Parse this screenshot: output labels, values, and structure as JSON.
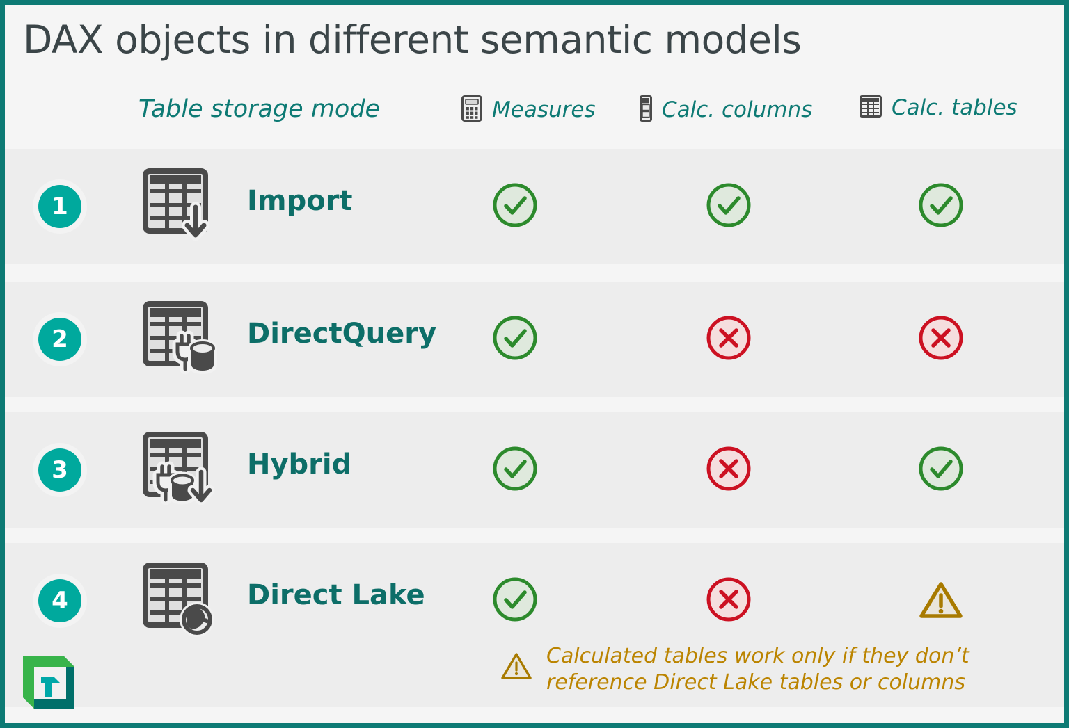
{
  "page": {
    "title": "DAX objects in different semantic models",
    "border_color": "#0d7a74",
    "background": "#f5f5f5",
    "row_band_color": "#ededed",
    "accent_teal": "#0d7a74",
    "badge_color": "#00a99d",
    "ok_color": "#2c8a2c",
    "no_color": "#cc1122",
    "warn_color": "#a87a00"
  },
  "header": {
    "storage_mode_label": "Table storage mode",
    "columns": [
      {
        "label": "Measures",
        "icon": "calculator-icon"
      },
      {
        "label": "Calc. columns",
        "icon": "column-icon"
      },
      {
        "label": "Calc. tables",
        "icon": "table-grid-icon"
      }
    ]
  },
  "rows": [
    {
      "number": "1",
      "name": "Import",
      "icon": "table-download-icon",
      "statuses": [
        "yes",
        "yes",
        "yes"
      ]
    },
    {
      "number": "2",
      "name": "DirectQuery",
      "icon": "table-plug-database-icon",
      "statuses": [
        "yes",
        "no",
        "no"
      ]
    },
    {
      "number": "3",
      "name": "Hybrid",
      "icon": "table-plug-database-download-icon",
      "statuses": [
        "yes",
        "no",
        "yes"
      ]
    },
    {
      "number": "4",
      "name": "Direct Lake",
      "icon": "table-lake-icon",
      "statuses": [
        "yes",
        "no",
        "warning"
      ]
    }
  ],
  "footnote": {
    "icon": "warning-triangle-icon",
    "text": "Calculated tables work only if they don’t\nreference Direct Lake tables or columns"
  },
  "logo": {
    "name": "tabular-editor-logo",
    "letter": "T"
  }
}
